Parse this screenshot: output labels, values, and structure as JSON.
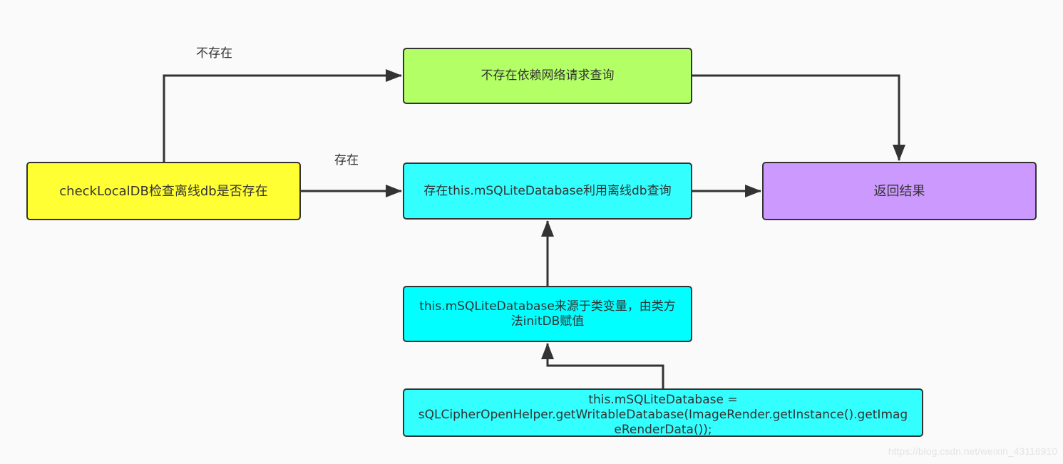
{
  "nodes": {
    "check": {
      "label": "checkLocalDB检查离线db是否存在",
      "color": "#ffff33"
    },
    "network": {
      "label": "不存在依赖网络请求查询",
      "color": "#b3ff66"
    },
    "exist": {
      "label": "存在this.mSQLiteDatabase利用离线db查询",
      "color": "#33ffff"
    },
    "result": {
      "label": "返回结果",
      "color": "#cc99ff"
    },
    "source": {
      "lines": [
        "this.mSQLiteDatabase来源于类变量，由类方",
        "法initDB赋值"
      ],
      "color": "#00ffff"
    },
    "assign": {
      "lines": [
        "this.mSQLiteDatabase =",
        "sQLCipherOpenHelper.getWritableDatabase(ImageRender.getInstance().getImag",
        "eRenderData());"
      ],
      "color": "#33ffff"
    }
  },
  "edges": [
    {
      "from": "check",
      "to": "network",
      "label": "不存在"
    },
    {
      "from": "check",
      "to": "exist",
      "label": "存在"
    },
    {
      "from": "network",
      "to": "result",
      "label": ""
    },
    {
      "from": "exist",
      "to": "result",
      "label": ""
    },
    {
      "from": "source",
      "to": "exist",
      "label": ""
    },
    {
      "from": "assign",
      "to": "source",
      "label": ""
    }
  ],
  "edge_labels": {
    "not_exist": "不存在",
    "exist": "存在"
  },
  "stroke_color": "#333333",
  "watermark": "https://blog.csdn.net/weixin_43116910"
}
